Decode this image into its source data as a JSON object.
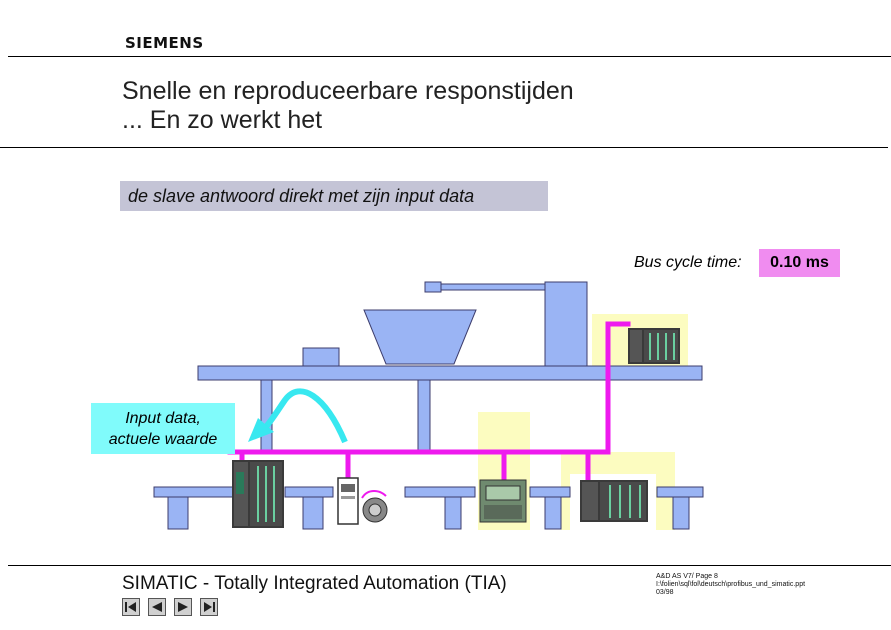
{
  "header": {
    "logo": "SIEMENS",
    "title_line1": "Snelle en reproduceerbare responstijden",
    "title_line2": "... En zo werkt het"
  },
  "banner": {
    "text": "de slave antwoord direkt met zijn input data"
  },
  "bus_cycle": {
    "label": "Bus cycle time:",
    "value": "0.10 ms"
  },
  "input_label": {
    "line1": "Input data,",
    "line2": "actuele waarde"
  },
  "footer": {
    "title": "SIMATIC - Totally Integrated Automation (TIA)",
    "meta_line1": "A&D AS V7/   Page 8",
    "meta_line2": "I:\\folien\\sql\\fol\\deutsch\\profibus_und_simatic.ppt",
    "meta_line3": "03/98"
  },
  "nav": [
    "first-page",
    "previous-page",
    "next-page",
    "last-page"
  ],
  "colors": {
    "bus": "#ee1aee",
    "blue_parts": "#9ab4f4",
    "yellow_panels": "#fcfcc0",
    "cyan_arrow": "#38e8f0",
    "label_pink": "#f08cf0",
    "label_cyan": "#80fbfb",
    "banner_grey": "#c4c4d6"
  }
}
